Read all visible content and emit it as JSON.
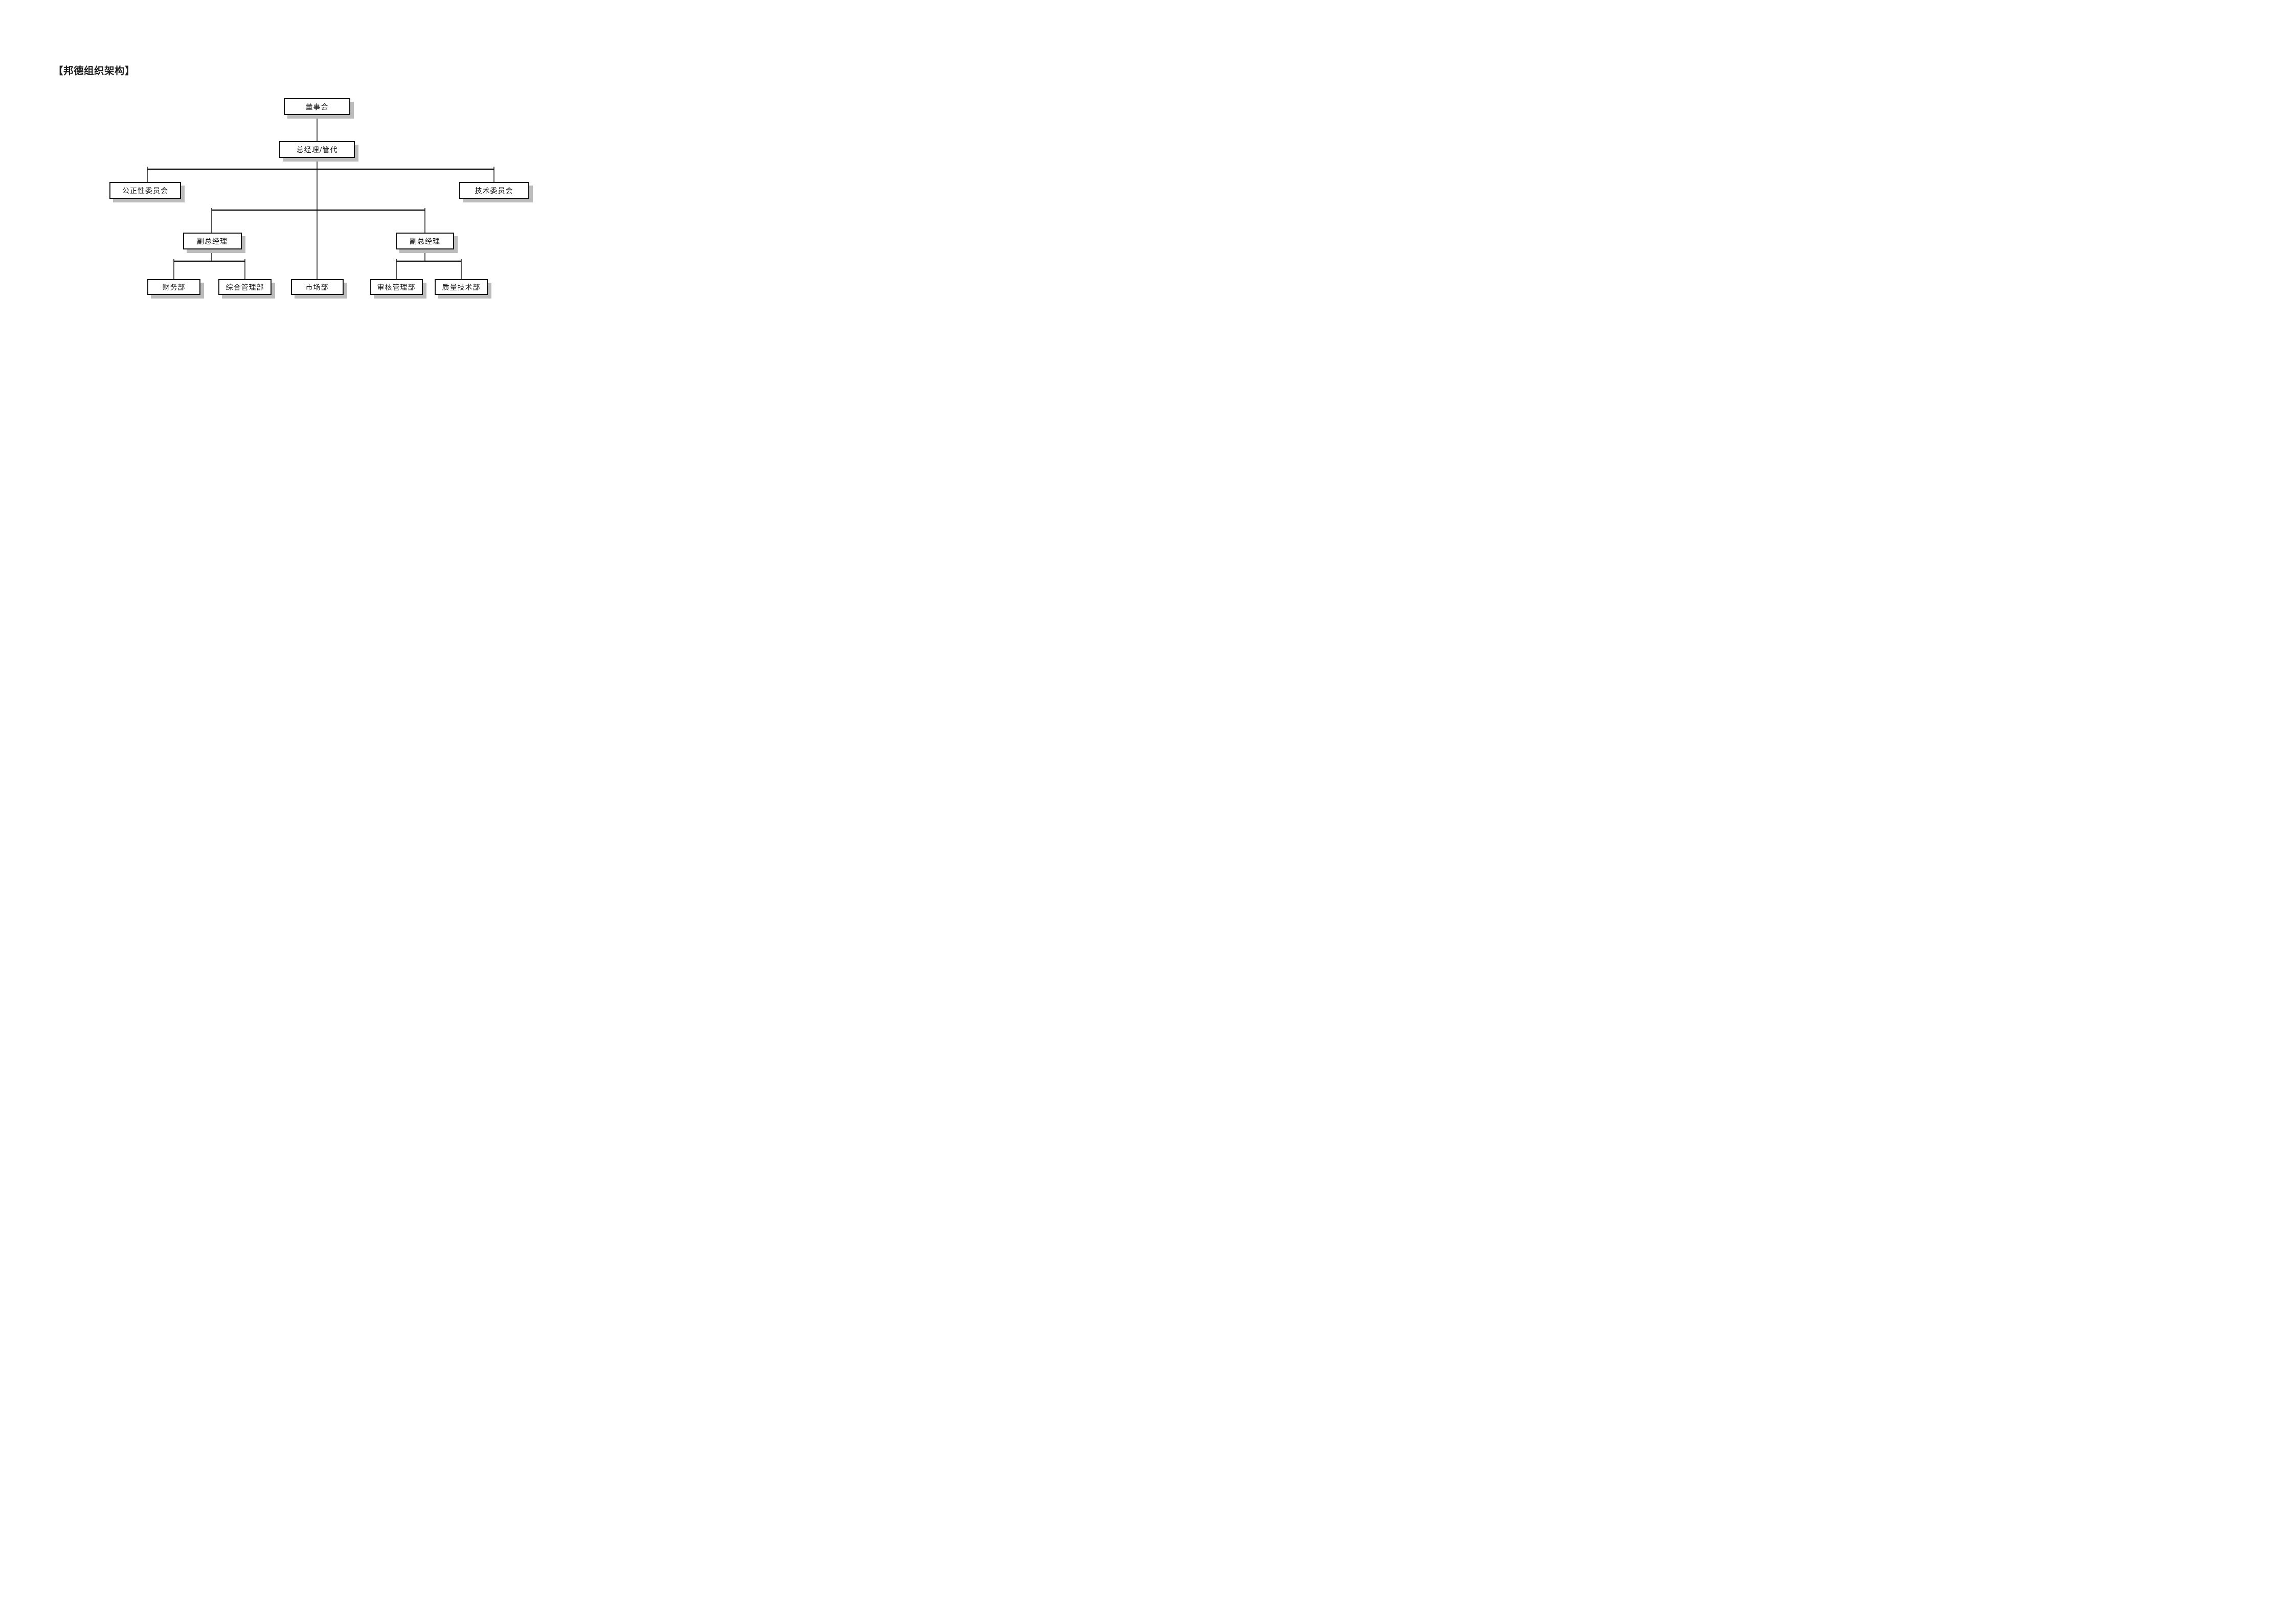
{
  "page": {
    "title": "【邦德组织架构】"
  },
  "org_chart": {
    "type": "org-tree",
    "nodes": [
      {
        "id": "board",
        "label": "董事会",
        "level": 1,
        "parent": null
      },
      {
        "id": "gm",
        "label": "总经理/管代",
        "level": 2,
        "parent": "board"
      },
      {
        "id": "impartiality",
        "label": "公正性委员会",
        "level": 3,
        "parent": "gm"
      },
      {
        "id": "technical",
        "label": "技术委员会",
        "level": 3,
        "parent": "gm"
      },
      {
        "id": "dgm_left",
        "label": "副总经理",
        "level": 4,
        "parent": "gm"
      },
      {
        "id": "dgm_right",
        "label": "副总经理",
        "level": 4,
        "parent": "gm"
      },
      {
        "id": "finance",
        "label": "财务部",
        "level": 5,
        "parent": "dgm_left"
      },
      {
        "id": "general_mgmt",
        "label": "综合管理部",
        "level": 5,
        "parent": "dgm_left"
      },
      {
        "id": "marketing",
        "label": "市场部",
        "level": 5,
        "parent": "gm"
      },
      {
        "id": "audit_mgmt",
        "label": "审核管理部",
        "level": 5,
        "parent": "dgm_right"
      },
      {
        "id": "quality_tech",
        "label": "质量技术部",
        "level": 5,
        "parent": "dgm_right"
      }
    ],
    "colors": {
      "box_border": "#161616",
      "box_fill": "#ffffff",
      "box_shadow": "#bcbcbc",
      "connector": "#161616",
      "text": "#1a1a1a",
      "background": "#ffffff"
    }
  }
}
